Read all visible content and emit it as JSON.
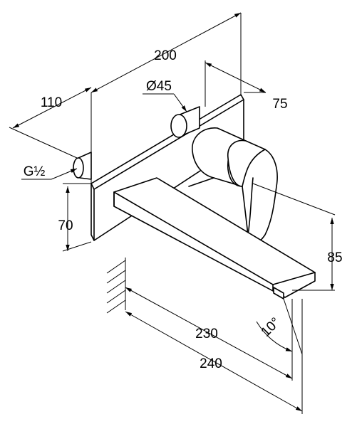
{
  "drawing": {
    "dimensions": {
      "d200": "200",
      "d110": "110",
      "d45": "Ø45",
      "d75": "75",
      "thread": "G½",
      "d70": "70",
      "d85": "85",
      "d230": "230",
      "d240": "240",
      "angle": "10°"
    }
  }
}
